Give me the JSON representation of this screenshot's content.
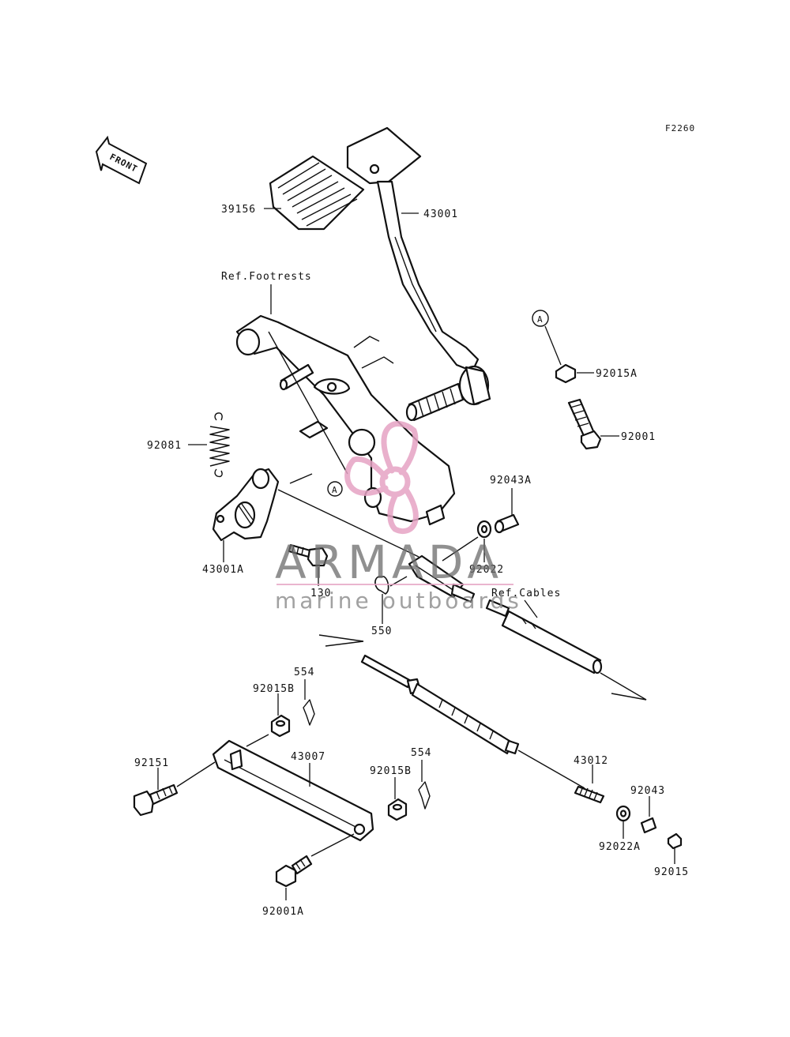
{
  "figure_code": "F2260",
  "front_label": "FRONT",
  "ref_footrests": "Ref.Footrests",
  "ref_cables": "Ref.Cables",
  "marker_a": "A",
  "watermark": {
    "brand": "ARMADA",
    "tagline": "marine outboards",
    "logo_color": "#e6a3c4"
  },
  "parts": {
    "p39156": "39156",
    "p43001": "43001",
    "p92015A": "92015A",
    "p92001": "92001",
    "p92081": "92081",
    "p92043A": "92043A",
    "p43001A": "43001A",
    "p92022": "92022",
    "p130": "130",
    "p550": "550",
    "p554a": "554",
    "p92015Ba": "92015B",
    "p92151": "92151",
    "p43007": "43007",
    "p554b": "554",
    "p92015Bb": "92015B",
    "p43012": "43012",
    "p92043": "92043",
    "p92022A": "92022A",
    "p92015": "92015",
    "p92001A": "92001A"
  }
}
